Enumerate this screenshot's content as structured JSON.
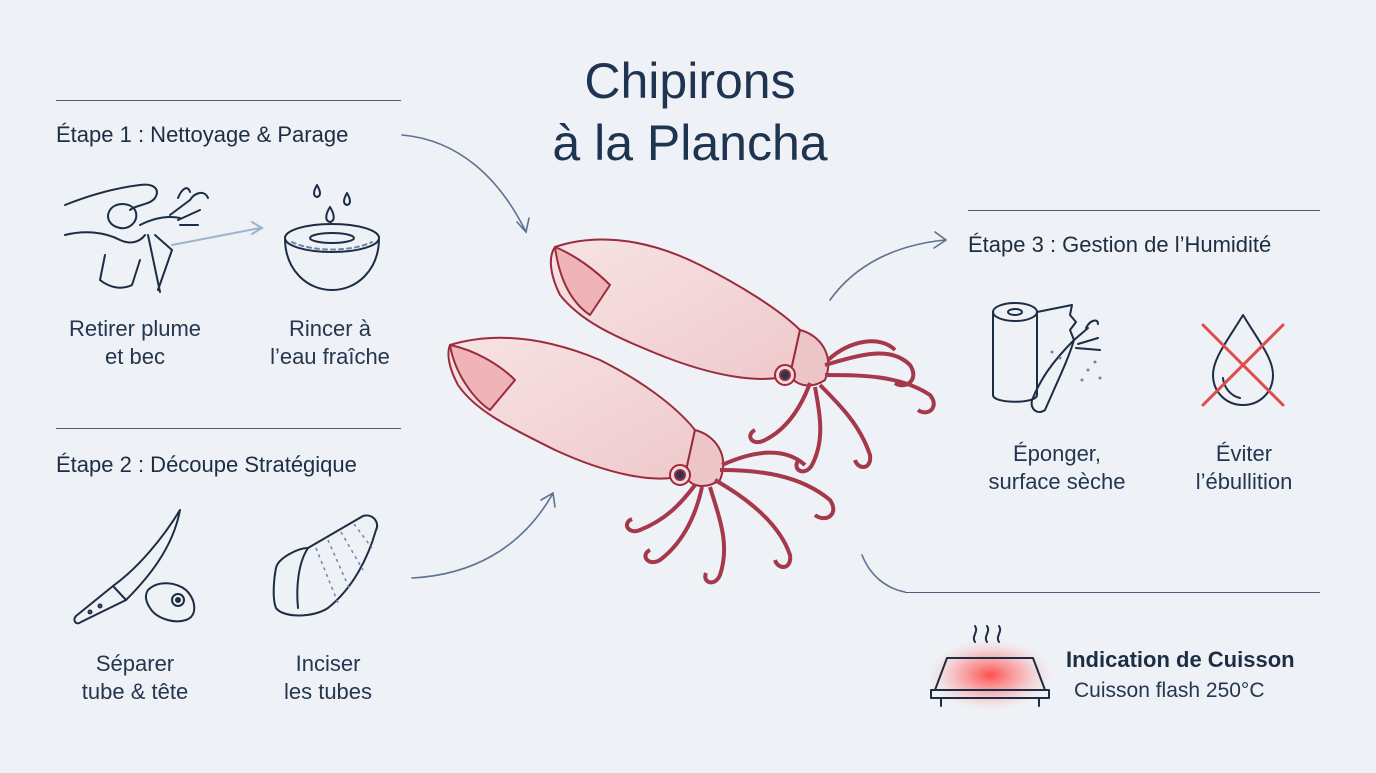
{
  "title": {
    "line1": "Chipirons",
    "line2": "à la Plancha"
  },
  "step1": {
    "title": "Étape 1 : Nettoyage & Parage",
    "items": [
      {
        "icon": "hand-squid-icon",
        "line1": "Retirer plume",
        "line2": "et bec"
      },
      {
        "icon": "bowl-water-icon",
        "line1": "Rincer à",
        "line2": "l’eau fraîche"
      }
    ]
  },
  "step2": {
    "title": "Étape 2 : Découpe Stratégique",
    "items": [
      {
        "icon": "knife-icon",
        "line1": "Séparer",
        "line2": "tube & tête"
      },
      {
        "icon": "scored-tube-icon",
        "line1": "Inciser",
        "line2": "les tubes"
      }
    ]
  },
  "step3": {
    "title": "Étape 3 : Gestion de l’Humidité",
    "items": [
      {
        "icon": "paper-towel-icon",
        "line1": "Éponger,",
        "line2": "surface sèche"
      },
      {
        "icon": "no-water-drop-icon",
        "line1": "Éviter",
        "line2": "l’ébullition"
      }
    ]
  },
  "cooking": {
    "icon": "hot-plancha-icon",
    "title": "Indication de Cuisson",
    "subtitle": "Cuisson flash 250°C"
  },
  "colors": {
    "background": "#eef1f6",
    "ink": "#1c2d44",
    "squid_red": "#e0404a",
    "cross_red": "#e04b4b"
  }
}
